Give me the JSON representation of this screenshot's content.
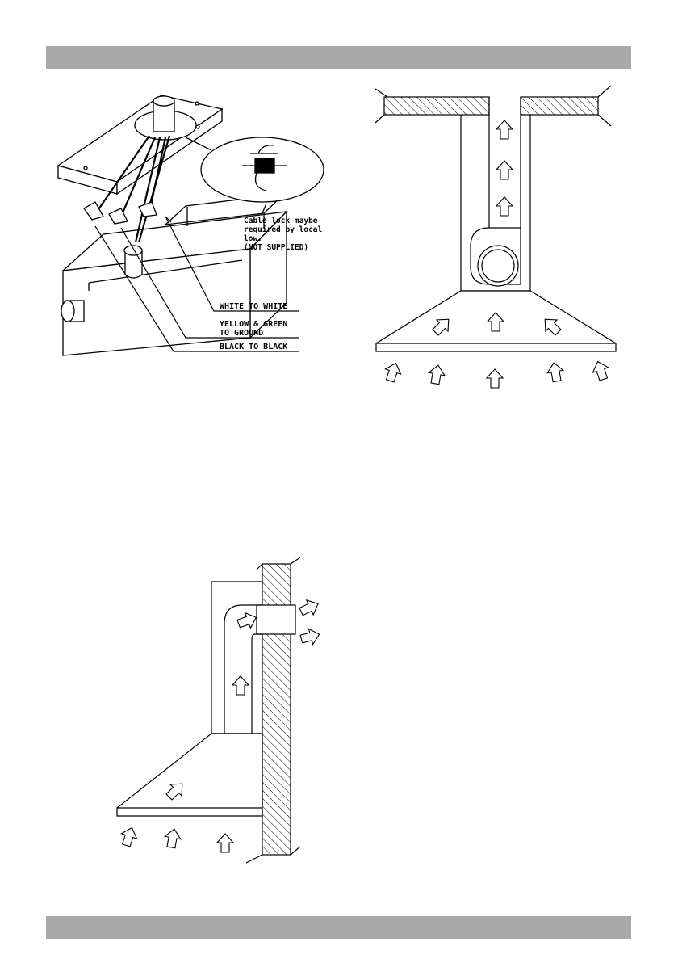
{
  "header_bar": "",
  "footer_bar": "",
  "wiring": {
    "callout_lines": [
      "Cable lock maybe",
      "required by local",
      "low.",
      "(NOT SUPPLIED)"
    ],
    "labels": [
      {
        "lines": [
          "WHITE TO WHITE"
        ]
      },
      {
        "lines": [
          "YELLOW & GREEN",
          "TO GROUND"
        ]
      },
      {
        "lines": [
          "BLACK TO BLACK"
        ]
      }
    ]
  }
}
